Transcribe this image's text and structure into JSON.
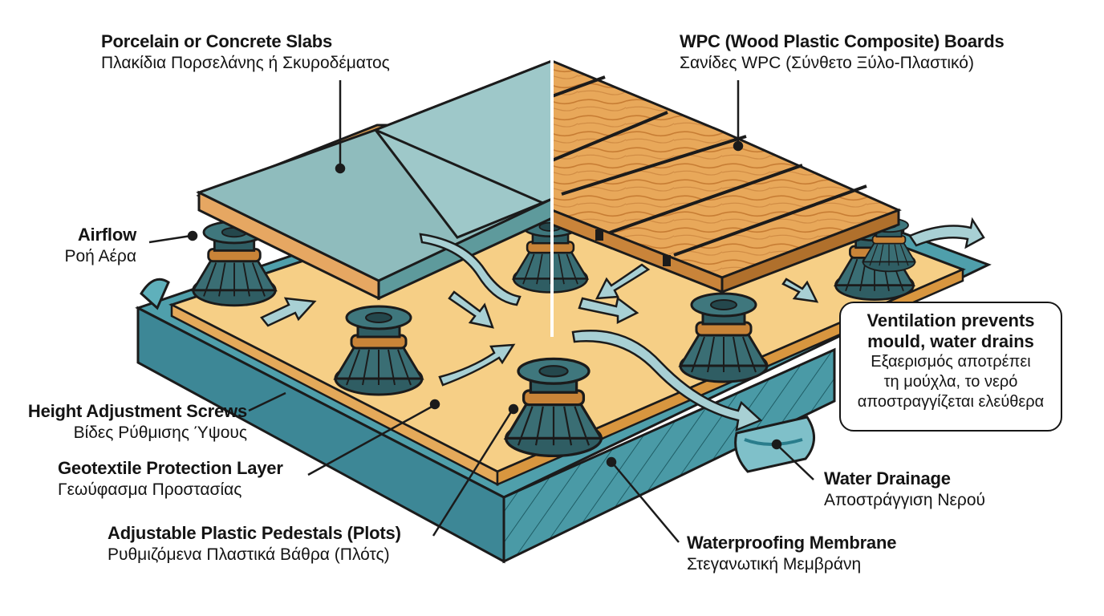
{
  "labels": {
    "slabs": {
      "en": "Porcelain or Concrete Slabs",
      "gr": "Πλακίδια Πορσελάνης ή Σκυροδέματος"
    },
    "wpc": {
      "en": "WPC (Wood Plastic Composite) Boards",
      "gr": "Σανίδες WPC (Σύνθετο Ξύλο-Πλαστικό)"
    },
    "airflow": {
      "en": "Airflow",
      "gr": "Ροή Αέρα"
    },
    "ventilation": {
      "en_line1": "Ventilation prevents",
      "en_line2": "mould, water drains",
      "gr_line1": "Εξαερισμός αποτρέπει",
      "gr_line2": "τη μούχλα, το νερό",
      "gr_line3": "αποστραγγίζεται ελεύθερα"
    },
    "screws": {
      "en": "Height Adjustment Screws",
      "gr": "Βίδες Ρύθμισης Ύψους"
    },
    "geotextile": {
      "en": "Geotextile Protection Layer",
      "gr": "Γεωύφασμα Προστασίας"
    },
    "pedestals": {
      "en": "Adjustable Plastic Pedestals (Plots)",
      "gr": "Ρυθμιζόμενα Πλαστικά Βάθρα (Πλότς)"
    },
    "drainage": {
      "en": "Water Drainage",
      "gr": "Αποστράγγιση Νερού"
    },
    "membrane": {
      "en": "Waterproofing Membrane",
      "gr": "Στεγανωτική Μεμβράνη"
    }
  },
  "colors": {
    "slab": "#8fbcbd",
    "slab_dark": "#5e9a9c",
    "wood": "#e8a85a",
    "wood_dark": "#c9843a",
    "geotextile": "#f6cf86",
    "membrane": "#3f8f9e",
    "pedestal": "#2f5d63",
    "screw_ring": "#c98438",
    "arrow": "#a8d0d4",
    "outline": "#1b1b1b"
  }
}
